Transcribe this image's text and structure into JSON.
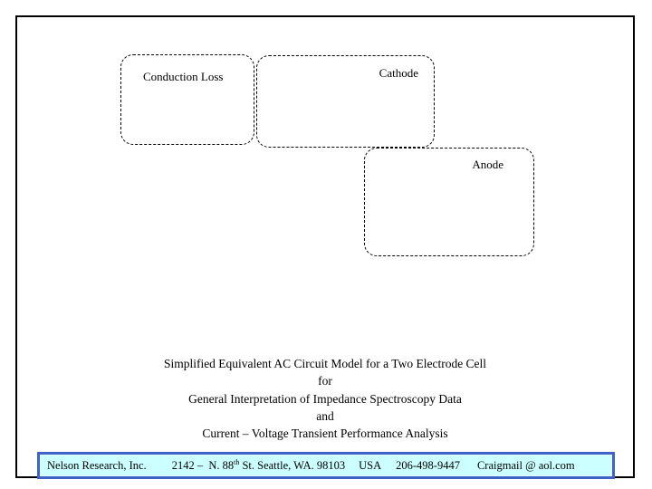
{
  "slide": {
    "boxes": [
      {
        "label": "Conduction Loss"
      },
      {
        "label": "Cathode"
      },
      {
        "label": "Anode"
      }
    ],
    "title_lines": [
      "Simplified Equivalent AC Circuit Model for a Two Electrode Cell",
      "for",
      "General Interpretation of Impedance Spectroscopy Data",
      "and",
      "Current – Voltage Transient Performance Analysis"
    ],
    "footer": {
      "company": "Nelson Research, Inc.",
      "address_pre": "2142 –  N. 88",
      "address_sup": "th",
      "address_post": " St. Seattle, WA. 98103",
      "country": "USA",
      "phone": "206-498-9447",
      "email": "Craigmail @ aol.com",
      "background_color": "#ccffff",
      "border_color": "#3f62c9"
    },
    "colors": {
      "page_background": "#ffffff",
      "border": "#000000",
      "text": "#000000"
    }
  }
}
